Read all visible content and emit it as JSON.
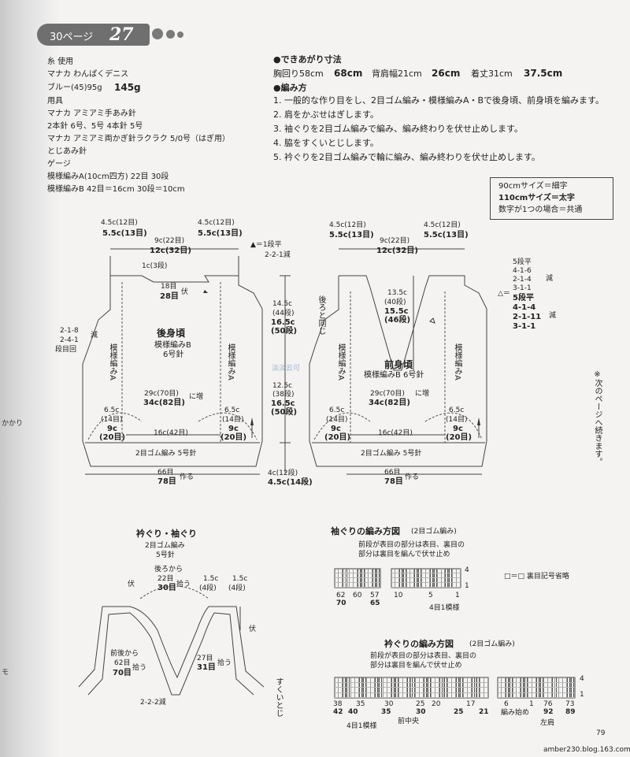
{
  "header": {
    "page_label": "30ページ",
    "number": "27"
  },
  "left_spill": [
    "かかり",
    "モ"
  ],
  "materials": [
    "糸 使用",
    "マナカ わんぱくデニス",
    "ブルー(45)95g",
    "145g",
    "用具",
    "マナカ アミアミ手あみ針",
    "2本針 6号、5号 4本針 5号",
    "マナカ アミアミ両かぎ針ラクラク 5/0号（はぎ用）",
    "とじあみ針",
    "ゲージ",
    "模様編みA(10cm四方) 22目 30段",
    "模様編みB 42目＝16cm 30段＝10cm"
  ],
  "finished": {
    "heading": "●できあがり寸法",
    "line": [
      "胸回り58cm",
      "68cm",
      "背肩幅21cm",
      "26cm",
      "着丈31cm",
      "37.5cm"
    ]
  },
  "method": {
    "heading": "●編み方",
    "steps": [
      "1. 一般的な作り目をし、2目ゴム編み・模様編みA・Bで後身頃、前身頃を編みます。",
      "2. 肩をかぶせはぎします。",
      "3. 袖ぐりを2目ゴム編みで編み、編み終わりを伏せ止めします。",
      "4. 脇をすくいとじします。",
      "5. 衿ぐりを2目ゴム編みで輪に編み、編み終わりを伏せ止めします。"
    ]
  },
  "legend": [
    "90cmサイズ＝細字",
    "110cmサイズ＝太字",
    "数字が1つの場合＝共通"
  ],
  "side_note": "※次のページへ続きます。",
  "back": {
    "title": "後身頃",
    "sub1": "模様編みB",
    "sub2": "6号針",
    "sh_l1": "4.5c(12目)",
    "sh_l2": "5.5c(13目)",
    "sh_r1": "4.5c(12目)",
    "sh_r2": "5.5c(13目)",
    "neck1": "9c(22目)",
    "neck2": "12c(32目)",
    "row1": "1c(3段)",
    "bind1": "18目",
    "bind2": "28目",
    "bind3": "伏",
    "tri": "▲＝1段平",
    "tri2": "2-2-1減",
    "arm1": "2-1-8",
    "arm2": "2-4-1",
    "arm3": "段目回",
    "arm4": "減",
    "patA": "模様編みA",
    "inc1": "29c(70目)",
    "inc2": "34c(82目)",
    "inc3": "に増",
    "side_l1": "6.5c",
    "side_l2": "(14目)",
    "side_l3": "9c",
    "side_l4": "(20目)",
    "side_r1": "6.5c",
    "side_r2": "(14目)",
    "side_r3": "9c",
    "side_r4": "(20目)",
    "mid": "16c(42目)",
    "rib": "2目ゴム編み 5号針",
    "cast1": "66目",
    "cast2": "78目",
    "cast3": "作る",
    "h1": "14.5c",
    "h2": "(44段)",
    "h3": "16.5c",
    "h4": "(50段)",
    "h5": "12.5c",
    "h6": "(38段)",
    "h7": "16.5c",
    "h8": "(50段)",
    "h9": "4c(12段)",
    "h10": "4.5c(14段)"
  },
  "front": {
    "title": "前身頃",
    "sub": "模様編みB 6号針",
    "sh_l1": "4.5c(12目)",
    "sh_l2": "5.5c(13目)",
    "sh_r1": "4.5c(12目)",
    "sh_r2": "5.5c(13目)",
    "neck1": "9c(22目)",
    "neck2": "12c(32目)",
    "v1": "13.5c",
    "v2": "(40段)",
    "v3": "15.5c",
    "v4": "(46段)",
    "same": "後ろと同じ",
    "dec_a": "5段平",
    "dec_b": "4-1-6",
    "dec_c": "2-1-4",
    "dec_d": "3-1-1",
    "dec_e": "減",
    "tri": "△＝",
    "dec_f": "5段平",
    "dec_g": "4-1-4",
    "dec_h": "2-1-11",
    "dec_i": "3-1-1",
    "dec_j": "減",
    "patA": "模様編みA",
    "inc1": "29c(70目)",
    "inc2": "34c(82目)",
    "inc3": "に増",
    "side_l1": "6.5c",
    "side_l2": "(14目)",
    "side_l3": "9c",
    "side_l4": "(20目)",
    "side_r1": "6.5c",
    "side_r2": "(14目)",
    "side_r3": "9c",
    "side_r4": "(20目)",
    "mid": "16c(42目)",
    "rib": "2目ゴム編み 5号針",
    "cast1": "66目",
    "cast2": "78目",
    "cast3": "作る"
  },
  "neck": {
    "title": "衿ぐり・袖ぐり",
    "sub1": "2目ゴム編み",
    "sub2": "5号針",
    "fuse": "伏",
    "back1": "後ろから",
    "back2": "22目",
    "back3": "30目",
    "pick": "拾う",
    "c1": "1.5c",
    "c2": "(4段)",
    "c3": "1.5c",
    "c4": "(4段)",
    "front1": "前後から",
    "front2": "62目",
    "front3": "70目",
    "front4": "拾う",
    "r1": "27目",
    "r2": "31目",
    "r3": "拾う",
    "dec": "2-2-2減",
    "fuse2": "伏",
    "sukui": "すくいとじ"
  },
  "arm_chart": {
    "title": "袖ぐりの編み方図",
    "title2": "(2目ゴム編み)",
    "note1": "前段が表目の部分は表目、裏目の",
    "note2": "部分は裏目を編んで伏せ止め",
    "n1": "62",
    "n2": "70",
    "n3": "60",
    "n4": "57",
    "n5": "65",
    "n6": "10",
    "n7": "5",
    "n8": "1",
    "rep": "4目1模様",
    "r4": "4",
    "r1": "1",
    "symbol": "□＝□ 裏目記号省略"
  },
  "neck_chart": {
    "title": "衿ぐりの編み方図",
    "title2": "(2目ゴム編み)",
    "note1": "前段が表目の部分は表目、裏目の",
    "note2": "部分は裏目を編んで伏せ止め",
    "n1": "38",
    "n2": "42",
    "n3": "35",
    "n4": "40",
    "n5": "30",
    "n6": "35",
    "n7": "25",
    "n8": "30",
    "n9": "20",
    "n10": "25",
    "n11": "17",
    "n12": "21",
    "n13": "6",
    "n14": "1",
    "n15": "76",
    "n16": "73",
    "n17": "92",
    "n18": "89",
    "rep": "4目1模様",
    "center": "前中央",
    "start": "編み始め",
    "shoulder": "左肩",
    "r4": "4",
    "r1": "1"
  },
  "footer": {
    "page": "79",
    "site": "amber230.blog.163.com"
  },
  "watermark": "淡淡云可"
}
